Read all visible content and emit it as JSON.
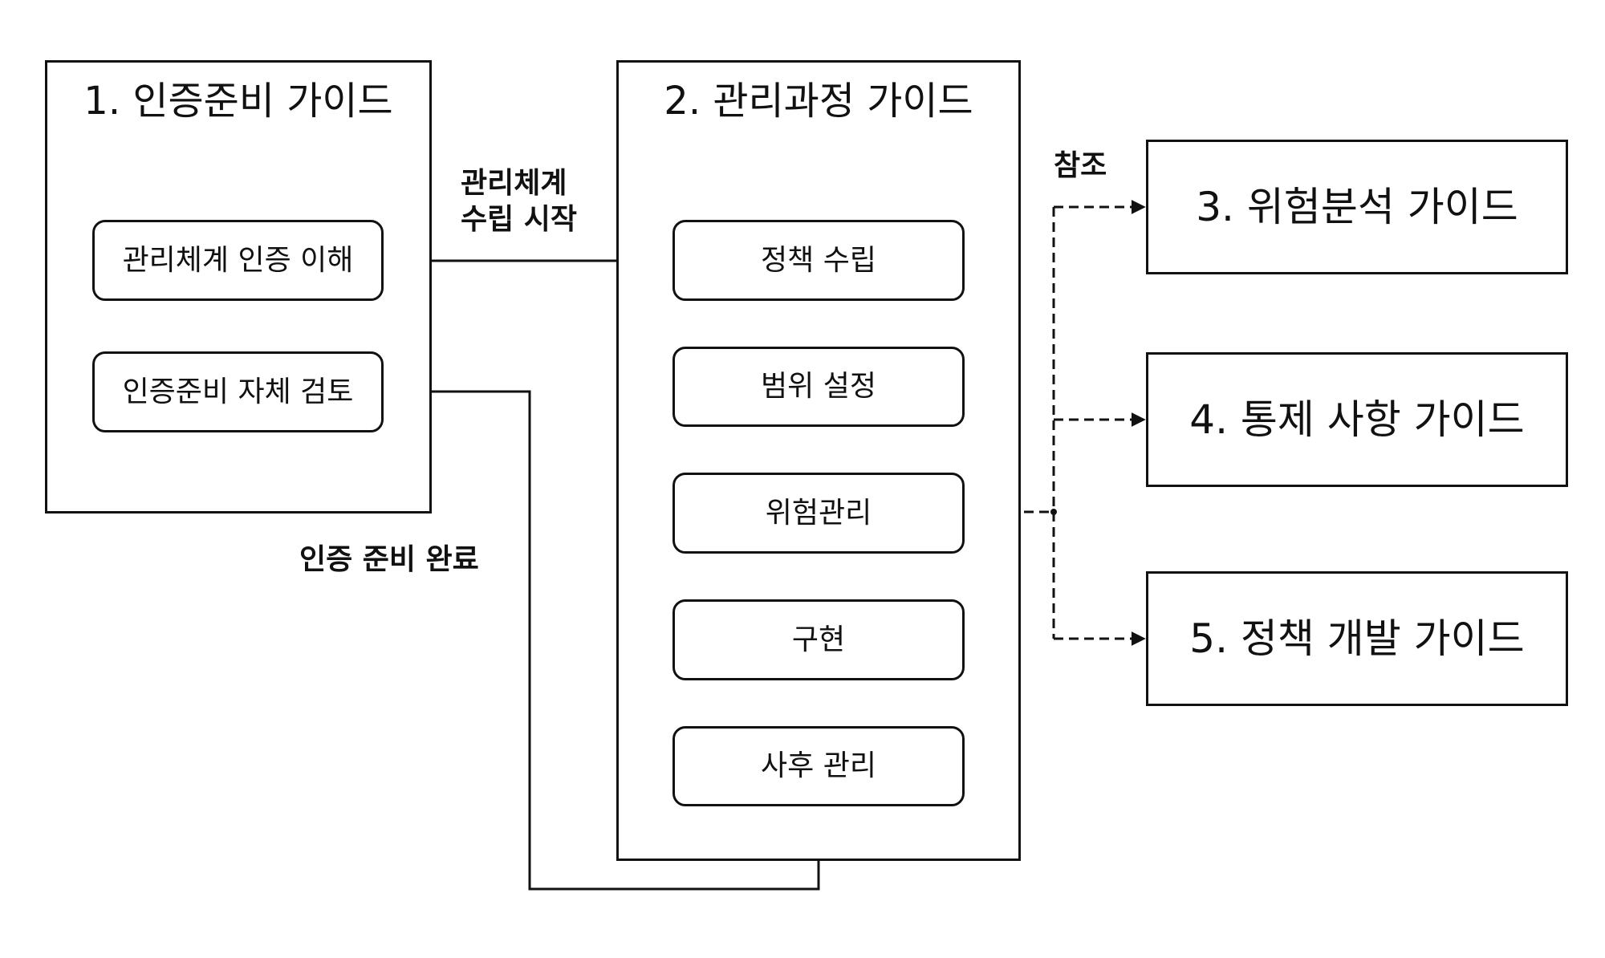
{
  "containers": {
    "prep": {
      "title": "1. 인증준비 가이드"
    },
    "process": {
      "title": "2. 관리과정 가이드"
    }
  },
  "prep_steps": [
    "관리체계 인증 이해",
    "인증준비 자체 검토"
  ],
  "process_steps": [
    "정책 수립",
    "범위 설정",
    "위험관리",
    "구현",
    "사후 관리"
  ],
  "guides": [
    "3. 위험분석 가이드",
    "4. 통제 사항 가이드",
    "5. 정책 개발 가이드"
  ],
  "edge_labels": {
    "start_line1": "관리체계",
    "start_line2": "수립 시작",
    "complete": "인증 준비 완료",
    "reference": "참조"
  }
}
